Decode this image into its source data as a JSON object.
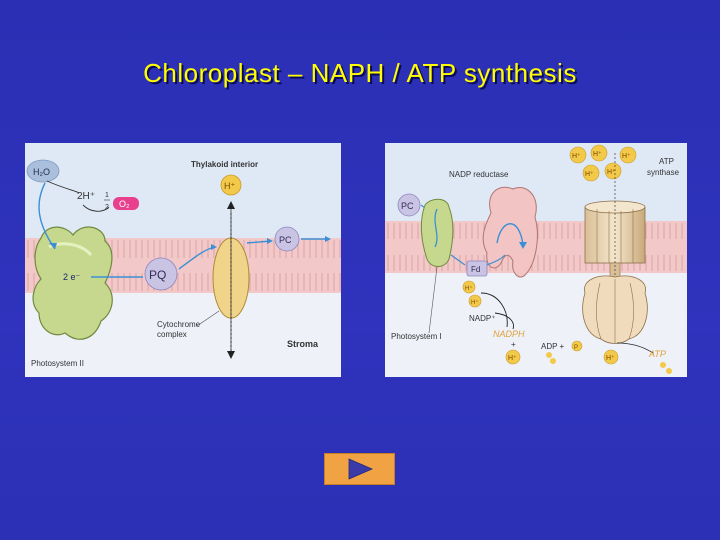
{
  "slide": {
    "title": "Chloroplast – NAPH / ATP synthesis"
  },
  "left_diagram": {
    "h2o": "H₂O",
    "two_h_plus": "2H⁺",
    "frac_num": "1",
    "frac_den": "2",
    "o2": "O₂",
    "thylakoid_interior": "Thylakoid interior",
    "h_plus": "H⁺",
    "pc": "PC",
    "two_e": "2 e⁻",
    "pq": "PQ",
    "cytochrome_line1": "Cytochrome",
    "cytochrome_line2": "complex",
    "stroma": "Stroma",
    "photosystem_ii": "Photosystem II"
  },
  "right_diagram": {
    "h_plus": "H⁺",
    "nadp_reductase": "NADP reductase",
    "atp_line1": "ATP",
    "atp_line2": "synthase",
    "pc": "PC",
    "fd": "Fd",
    "nadp_plus": "NADP⁺",
    "nadph": "NADPH",
    "plus": "+",
    "adp": "ADP +",
    "p": "P",
    "atp": "ATP",
    "photosystem_i": "Photosystem I"
  },
  "colors": {
    "background": "#2c31b8",
    "title": "#ffff00",
    "membrane": "#f2c8c8",
    "h_plus_ball": "#f3c94a",
    "play_button": "#f1a243"
  },
  "icons": {
    "play": "play-triangle-icon"
  }
}
